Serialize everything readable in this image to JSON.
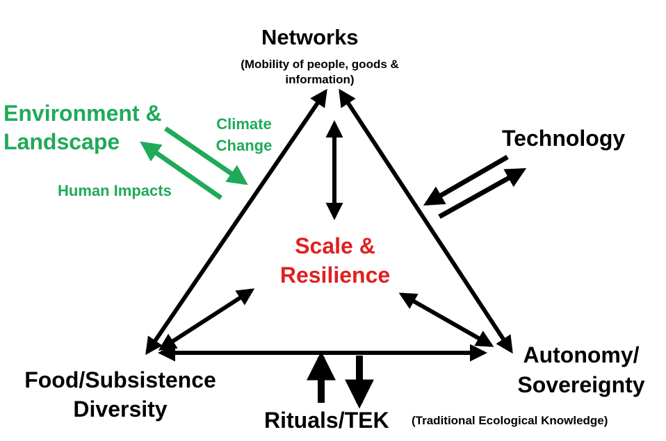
{
  "nodes": {
    "networks": {
      "title": "Networks",
      "subtitle_line1": "(Mobility  of people, goods &",
      "subtitle_line2": "information)"
    },
    "technology": {
      "title": "Technology"
    },
    "autonomy": {
      "line1": "Autonomy/",
      "line2": "Sovereignty"
    },
    "food": {
      "line1": "Food/Subsistence",
      "line2": "Diversity"
    },
    "rituals": {
      "title": "Rituals/TEK",
      "subtitle": "(Traditional  Ecological  Knowledge)"
    },
    "environment": {
      "line1": "Environment &",
      "line2": "Landscape"
    },
    "center": {
      "line1": "Scale &",
      "line2": "Resilience"
    }
  },
  "flows": {
    "climate": {
      "line1": "Climate",
      "line2": "Change"
    },
    "human_impacts": "Human Impacts"
  },
  "colors": {
    "black": "#000000",
    "green": "#1faa59",
    "red": "#e02020"
  }
}
